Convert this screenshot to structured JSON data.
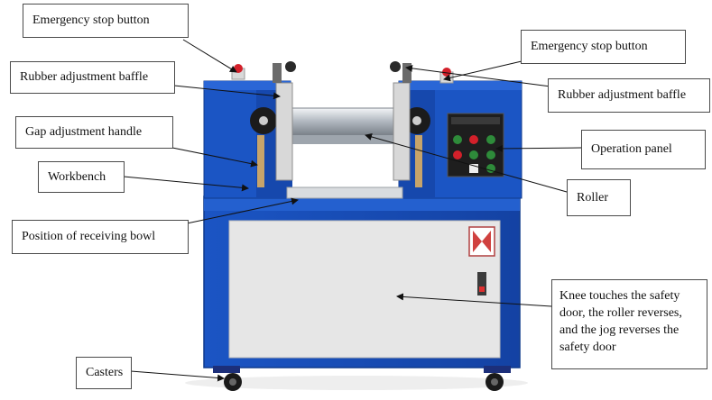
{
  "labels": {
    "emergency_stop_left": "Emergency stop button",
    "rubber_baffle_left": "Rubber adjustment baffle",
    "gap_handle": "Gap adjustment handle",
    "workbench": "Workbench",
    "receiving_bowl": "Position of receiving bowl",
    "casters": "Casters",
    "emergency_stop_right": "Emergency stop button",
    "rubber_baffle_right": "Rubber adjustment baffle",
    "operation_panel": "Operation panel",
    "roller": "Roller",
    "safety_door": "Knee touches the safety door, the roller reverses, and the jog reverses the safety door"
  },
  "colors": {
    "frame_blue": "#1a4fb8",
    "frame_blue_dark": "#12398a",
    "door_panel": "#e6e6e6",
    "roller_steel": "#c9ced4",
    "panel_black": "#1e1e1e",
    "button_green": "#2e8b3a",
    "button_red": "#d3202a",
    "leader_line": "#111111"
  }
}
